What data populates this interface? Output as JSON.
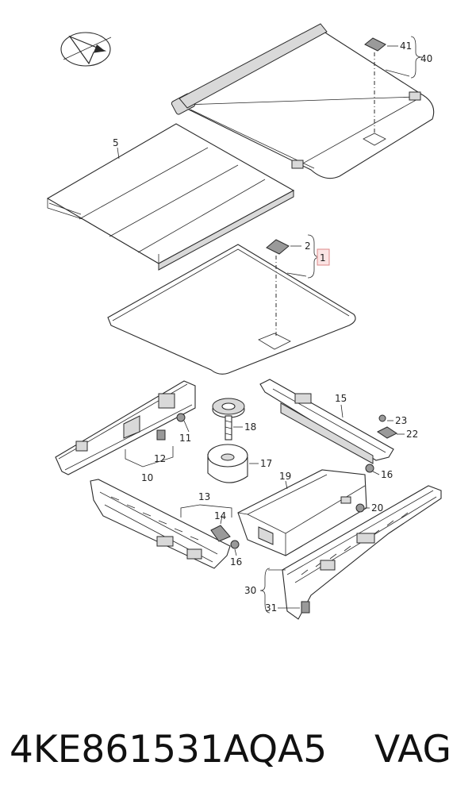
{
  "diagram": {
    "labels": {
      "p1": "1",
      "p2": "2",
      "p5": "5",
      "p10": "10",
      "p11": "11",
      "p12": "12",
      "p13": "13",
      "p14": "14",
      "p15": "15",
      "p16a": "16",
      "p16b": "16",
      "p17": "17",
      "p18": "18",
      "p19": "19",
      "p20": "20",
      "p22": "22",
      "p23": "23",
      "p30": "30",
      "p31": "31",
      "p40": "40",
      "p41": "41"
    },
    "highlighted_label": "1",
    "highlight_color": "#e07070"
  },
  "footer": {
    "part_number": "4KE861531AQA5",
    "brand": "VAG"
  }
}
